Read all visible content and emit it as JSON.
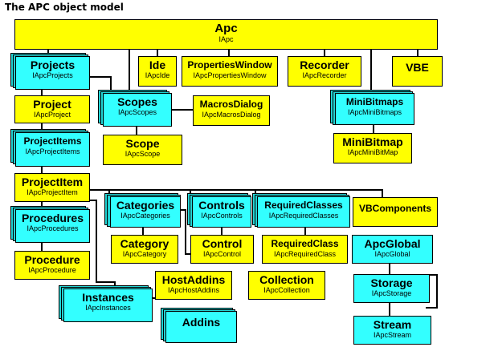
{
  "title": "The APC object model",
  "colors": {
    "interface_box": "#ffff00",
    "collection_box": "#33ffff",
    "stack_shadow": "#22d4d4",
    "line": "#000000"
  },
  "nodes": {
    "apc": {
      "name": "Apc",
      "iface": "IApc"
    },
    "projects": {
      "name": "Projects",
      "iface": "IApcProjects"
    },
    "ide": {
      "name": "Ide",
      "iface": "IApcIde"
    },
    "properties_window": {
      "name": "PropertiesWindow",
      "iface": "IApcPropertiesWindow"
    },
    "recorder": {
      "name": "Recorder",
      "iface": "IApcRecorder"
    },
    "vbe": {
      "name": "VBE"
    },
    "project": {
      "name": "Project",
      "iface": "IApcProject"
    },
    "scopes": {
      "name": "Scopes",
      "iface": "IApcScopes"
    },
    "macros_dialog": {
      "name": "MacrosDialog",
      "iface": "IApcMacrosDialog"
    },
    "mini_bitmaps": {
      "name": "MiniBitmaps",
      "iface": "IApcMiniBitmaps"
    },
    "project_items": {
      "name": "ProjectItems",
      "iface": "IApcProjectItems"
    },
    "scope": {
      "name": "Scope",
      "iface": "IApcScope"
    },
    "mini_bitmap": {
      "name": "MiniBitmap",
      "iface": "IApcMiniBitMap"
    },
    "project_item": {
      "name": "ProjectItem",
      "iface": "IApcProjectItem"
    },
    "categories": {
      "name": "Categories",
      "iface": "IApcCategories"
    },
    "controls": {
      "name": "Controls",
      "iface": "IApcControls"
    },
    "required_classes": {
      "name": "RequiredClasses",
      "iface": "IApcRequiredClasses"
    },
    "vb_components": {
      "name": "VBComponents"
    },
    "procedures": {
      "name": "Procedures",
      "iface": "IApcProcedures"
    },
    "category": {
      "name": "Category",
      "iface": "IApcCategory"
    },
    "control": {
      "name": "Control",
      "iface": "IApcControl"
    },
    "required_class": {
      "name": "RequiredClass",
      "iface": "IApcRequiredClass"
    },
    "apc_global": {
      "name": "ApcGlobal",
      "iface": "IApcGlobal"
    },
    "procedure": {
      "name": "Procedure",
      "iface": "IApcProcedure"
    },
    "host_addins": {
      "name": "HostAddins",
      "iface": "IApcHostAddins"
    },
    "collection": {
      "name": "Collection",
      "iface": "IApcCollection"
    },
    "storage": {
      "name": "Storage",
      "iface": "IApcStorage"
    },
    "instances": {
      "name": "Instances",
      "iface": "IApcInstances"
    },
    "addins": {
      "name": "Addins"
    },
    "stream": {
      "name": "Stream",
      "iface": "IApcStream"
    }
  }
}
